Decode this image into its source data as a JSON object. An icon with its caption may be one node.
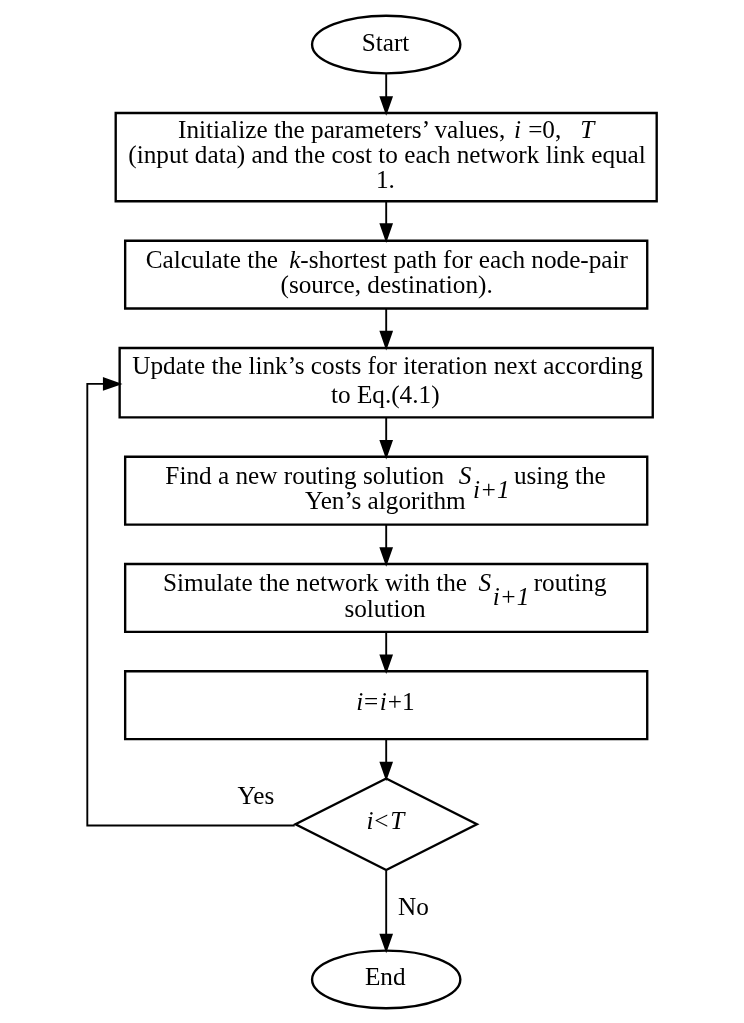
{
  "diagram": {
    "nodes": [
      {
        "text": [
          "Start"
        ]
      },
      {
        "text": [
          "Initialize the parameters’ values, *i* =0, *T* (input data) and the cost to each network link equal 1."
        ]
      },
      {
        "text": [
          "Calculate the *k*-shortest path for each node-pair (source, destination)."
        ]
      },
      {
        "text": [
          "Update the link’s costs for iteration next according to Eq.(4.1)"
        ]
      },
      {
        "text": [
          "Find a new routing solution *S*$_{i+1}$ using the Yen’s algorithm"
        ]
      },
      {
        "text": [
          "Simulate the network with the *S*$_{i+1}$ routing solution"
        ]
      },
      {
        "text": [
          "*i*=*i*+1"
        ]
      },
      {
        "text": [
          "*i*<*T*"
        ]
      },
      {
        "text": [
          "End"
        ]
      }
    ],
    "edges": [
      {
        "from": 0,
        "to": 1,
        "arrow": "to"
      },
      {
        "from": 1,
        "to": 2,
        "arrow": "to"
      },
      {
        "from": 2,
        "to": 3,
        "arrow": "to"
      },
      {
        "from": 3,
        "to": 4,
        "arrow": "to"
      },
      {
        "from": 4,
        "to": 5,
        "arrow": "to"
      },
      {
        "from": 5,
        "to": 6,
        "arrow": "to"
      },
      {
        "from": 6,
        "to": 7,
        "arrow": "to"
      },
      {
        "from": 7,
        "to": 3,
        "arrow": "to",
        "label": "Yes"
      },
      {
        "from": 7,
        "to": 8,
        "arrow": "to",
        "label": "No"
      }
    ]
  }
}
